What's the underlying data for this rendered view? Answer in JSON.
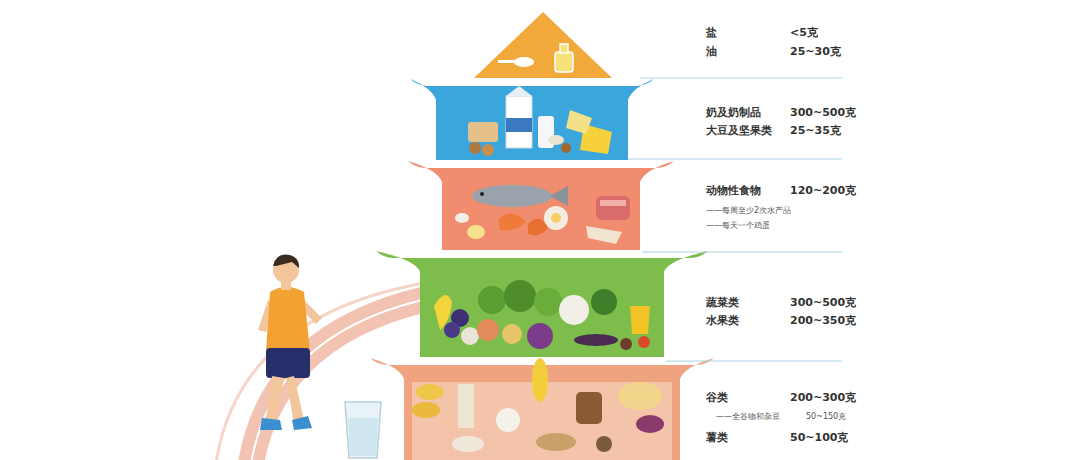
{
  "diagram": {
    "labels": [
      "盐",
      "<5克",
      "油",
      "25~30克",
      "奶及奶制品",
      "300~500克",
      "大豆及坚果类",
      "25~35克",
      "动物性食物",
      "120~200克",
      "——每周至少2次水产品",
      "——每天一个鸡蛋",
      "蔬菜类",
      "300~500克",
      "水果类",
      "200~350克",
      "谷类",
      "200~300克",
      "——全谷物和杂豆",
      "50~150克",
      "薯类",
      "50~100克"
    ]
  }
}
